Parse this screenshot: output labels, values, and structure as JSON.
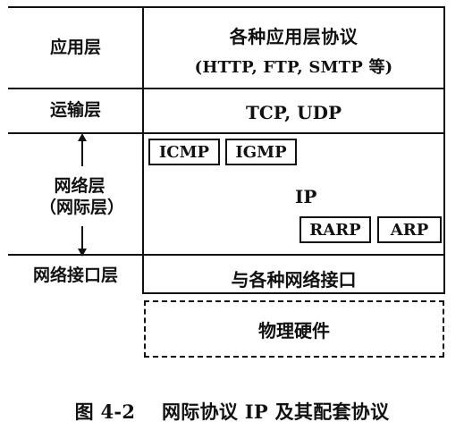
{
  "left_column": {
    "application_layer": "应用层",
    "transport_layer": "运输层",
    "network_layer": "网络层",
    "internet_layer": "（网际层）",
    "interface_layer": "网络接口层"
  },
  "stack": {
    "application_title": "各种应用层协议",
    "application_protocols": "(HTTP, FTP, SMTP 等)",
    "transport_protocols": "TCP, UDP",
    "icmp": "ICMP",
    "igmp": "IGMP",
    "ip": "IP",
    "rarp": "RARP",
    "arp": "ARP",
    "network_interfaces": "与各种网络接口"
  },
  "hardware": {
    "label": "物理硬件"
  },
  "caption": {
    "figure": "图 4-2",
    "title": "网际协议 IP 及其配套协议"
  }
}
